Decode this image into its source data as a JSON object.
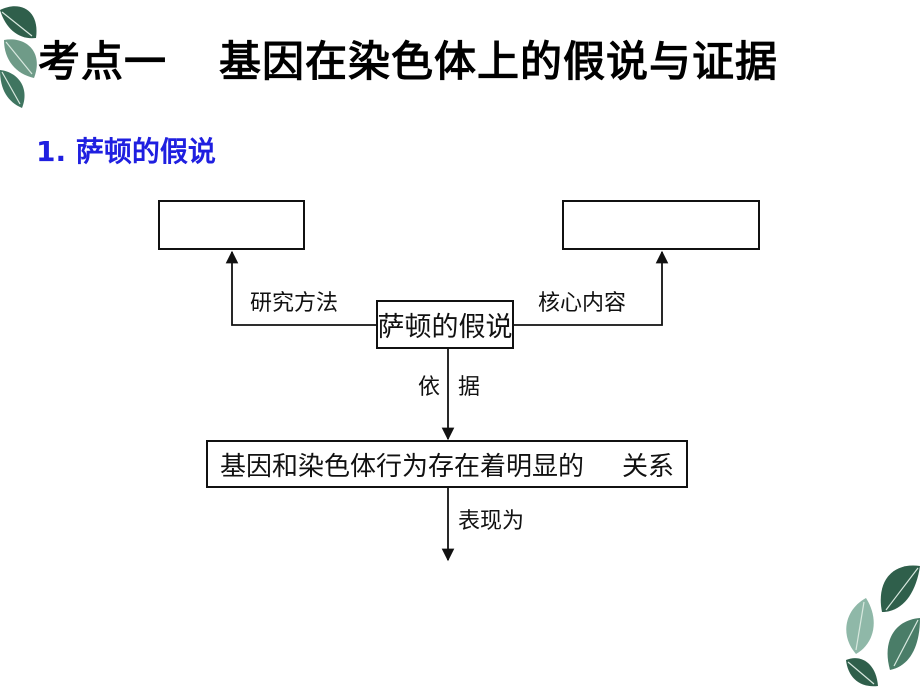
{
  "slide": {
    "title_part1": "考点一",
    "title_part2": "基因在染色体上的假说与证据"
  },
  "section": {
    "heading": "1. 萨顿的假说"
  },
  "diagram": {
    "center_node": "萨顿的假说",
    "left_edge_label": "研究方法",
    "right_edge_label": "核心内容",
    "down_edge_label_1": "依",
    "down_edge_label_2": "据",
    "evidence_node_prefix": "基因和染色体行为存在着明显的",
    "evidence_node_suffix": "关系",
    "bottom_edge_label": "表现为",
    "left_blank_box": "",
    "right_blank_box": ""
  },
  "theme": {
    "title_color": "#000000",
    "heading_color": "#1f1fe0",
    "leaf_dark": "#2f5f4b",
    "leaf_light": "#8fb8a8"
  }
}
